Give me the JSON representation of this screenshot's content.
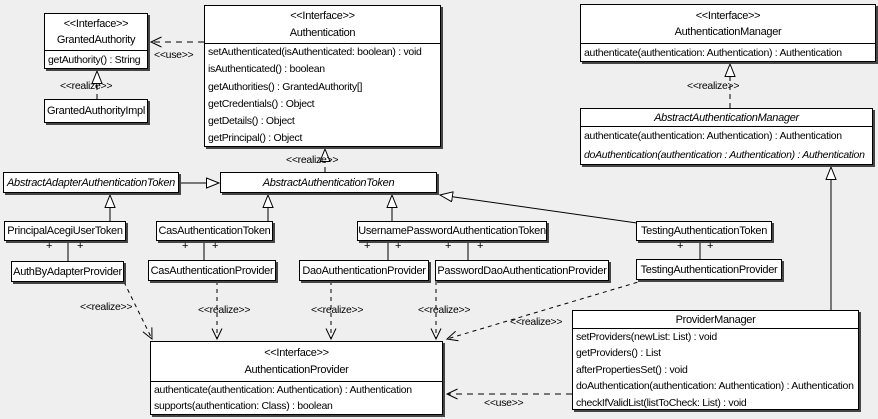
{
  "diagram": {
    "background": "#efefef",
    "box_fill": "#ffffff",
    "line_color": "#000000",
    "multiplicity": "+"
  },
  "classes": {
    "granted_authority": {
      "stereotype": "<<Interface>>",
      "name": "GrantedAuthority",
      "methods": [
        "getAuthority() : String"
      ]
    },
    "granted_authority_impl": {
      "name": "GrantedAuthorityImpl"
    },
    "authentication": {
      "stereotype": "<<Interface>>",
      "name": "Authentication",
      "methods": [
        "setAuthenticated(isAuthenticated: boolean) : void",
        "isAuthenticated() : boolean",
        "getAuthorities() : GrantedAuthority[]",
        "getCredentials() : Object",
        "getDetails() : Object",
        "getPrincipal() : Object"
      ]
    },
    "authentication_manager": {
      "stereotype": "<<Interface>>",
      "name": "AuthenticationManager",
      "methods": [
        "authenticate(authentication: Authentication) : Authentication"
      ]
    },
    "abstract_authentication_manager": {
      "name": "AbstractAuthenticationManager",
      "methods": [
        "authenticate(authentication: Authentication) : Authentication",
        "doAuthentication(authentication : Authentication) : Authentication"
      ]
    },
    "abstract_adapter_authentication_token": {
      "name": "AbstractAdapterAuthenticationToken"
    },
    "abstract_authentication_token": {
      "name": "AbstractAuthenticationToken"
    },
    "principal_acegi_user_token": {
      "name": "PrincipalAcegiUserToken"
    },
    "cas_authentication_token": {
      "name": "CasAuthenticationToken"
    },
    "username_password_authentication_token": {
      "name": "UsernamePasswordAuthenticationToken"
    },
    "testing_authentication_token": {
      "name": "TestingAuthenticationToken"
    },
    "auth_by_adapter_provider": {
      "name": "AuthByAdapterProvider"
    },
    "cas_authentication_provider": {
      "name": "CasAuthenticationProvider"
    },
    "dao_authentication_provider": {
      "name": "DaoAuthenticationProvider"
    },
    "password_dao_authentication_provider": {
      "name": "PasswordDaoAuthenticationProvider"
    },
    "testing_authentication_provider": {
      "name": "TestingAuthenticationProvider"
    },
    "authentication_provider": {
      "stereotype": "<<Interface>>",
      "name": "AuthenticationProvider",
      "methods": [
        "authenticate(authentication: Authentication) : Authentication",
        "supports(authentication: Class) : boolean"
      ]
    },
    "provider_manager": {
      "name": "ProviderManager",
      "methods": [
        "setProviders(newList: List) : void",
        "getProviders() : List",
        "afterPropertiesSet() : void",
        "doAuthentication(authentication: Authentication) : Authentication",
        "checkIfValidList(listToCheck: List) : void"
      ]
    }
  },
  "edge_labels": {
    "use_top": "<<use>>",
    "realize_granted": "<<realize>>",
    "realize_token": "<<realize>>",
    "realize_manager": "<<realize>>",
    "realize_auth_by_adapter": "<<realize>>",
    "realize_cas": "<<realize>>",
    "realize_dao": "<<realize>>",
    "realize_password_dao": "<<realize>>",
    "realize_testing": "<<realize>>",
    "use_provider_manager": "<<use>>"
  }
}
